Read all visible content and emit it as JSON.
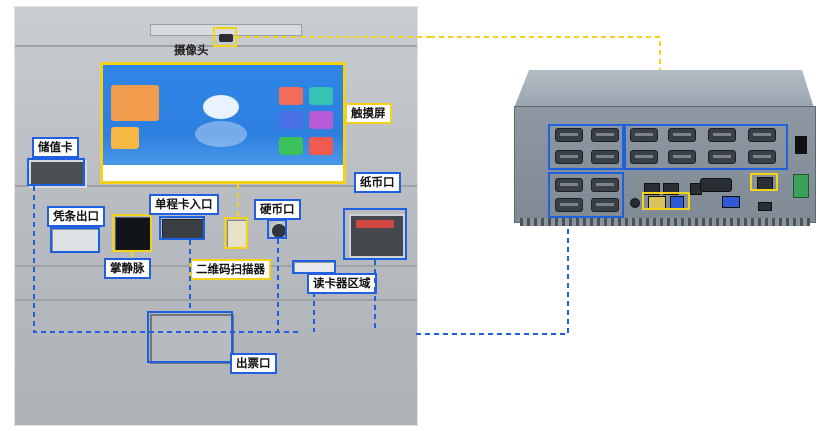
{
  "labels": {
    "camera": "摄像头",
    "touch_screen": "触摸屏",
    "stored_value_card": "储值卡",
    "receipt_outlet": "凭条出口",
    "single_trip_card": "单程卡入口",
    "coin_slot": "硬币口",
    "banknote_slot": "纸币口",
    "palm_vein": "掌静脉",
    "qr_scanner": "二维码扫描器",
    "card_reader_area": "读卡器区域",
    "ticket_outlet": "出票口"
  },
  "colors": {
    "blue_annotation": "#1f5fe0",
    "yellow_annotation": "#f3d21a",
    "screen_blue": "#2d7fe0"
  }
}
